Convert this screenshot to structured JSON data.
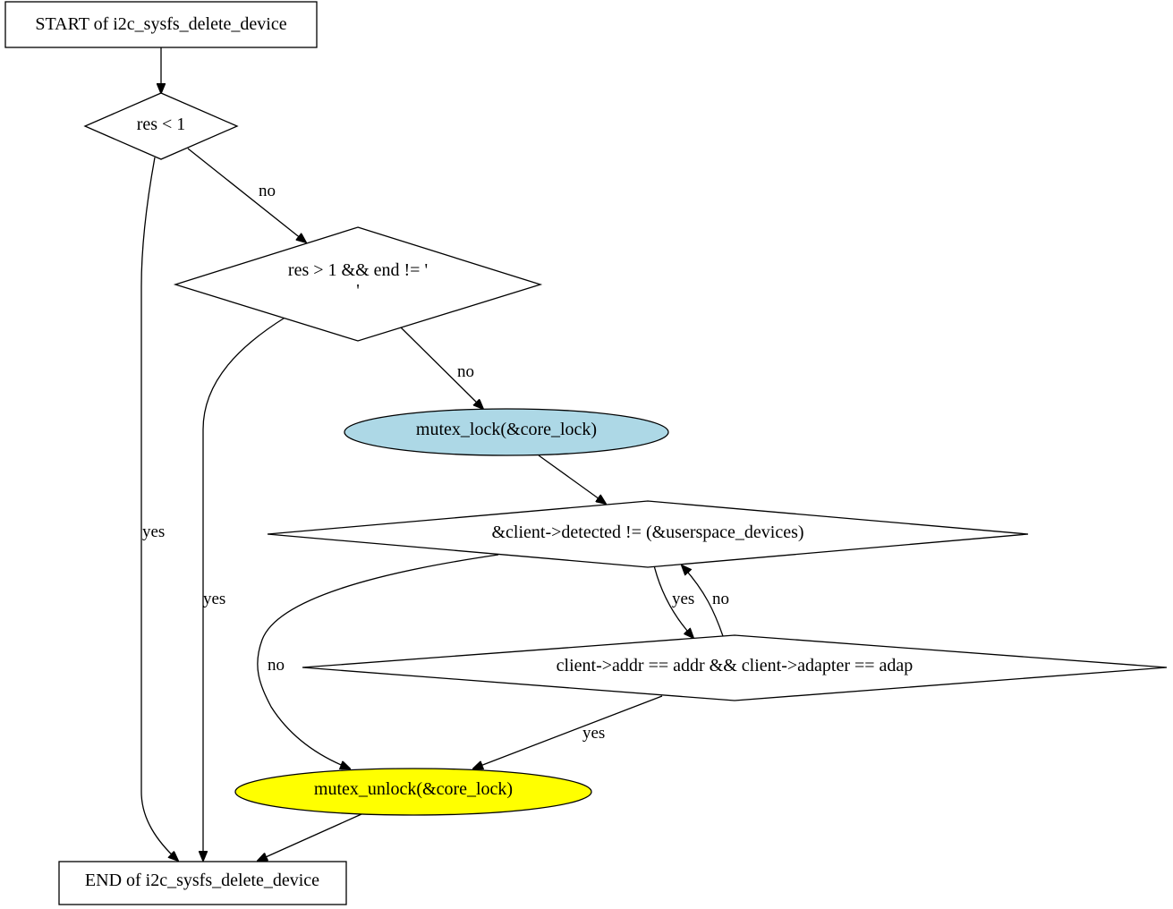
{
  "colors": {
    "box_fill": "#ffffff",
    "mutex_lock_fill": "#add8e6",
    "mutex_unlock_fill": "#ffff00",
    "stroke": "#000000"
  },
  "nodes": {
    "start": "START of i2c_sysfs_delete_device",
    "cond_res_lt_1": "res < 1",
    "cond_res_gt_1_line1": "res > 1 && end != '",
    "cond_res_gt_1_line2": "'",
    "mutex_lock": "mutex_lock(&core_lock)",
    "cond_detected": "&client->detected != (&userspace_devices)",
    "cond_addr": "client->addr == addr && client->adapter == adap",
    "mutex_unlock": "mutex_unlock(&core_lock)",
    "end": "END of i2c_sysfs_delete_device"
  },
  "edges": {
    "res_lt_1_no": "no",
    "res_lt_1_yes": "yes",
    "res_gt_1_no": "no",
    "res_gt_1_yes": "yes",
    "detected_yes": "yes",
    "detected_no": "no",
    "addr_no": "no",
    "addr_yes": "yes"
  }
}
